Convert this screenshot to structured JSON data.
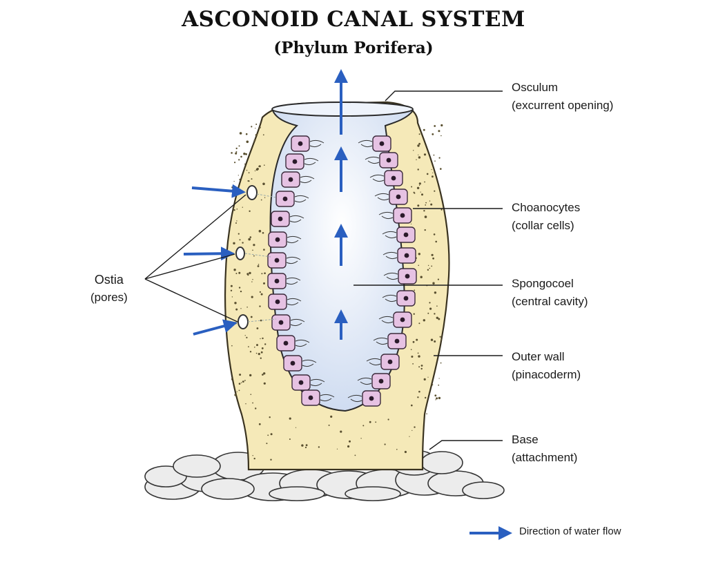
{
  "title": "ASCONOID CANAL SYSTEM",
  "subtitle": "(Phylum Porifera)",
  "labels": {
    "osculum": {
      "name": "Osculum",
      "desc": "(excurrent opening)"
    },
    "choanocytes": {
      "name": "Choanocytes",
      "desc": "(collar cells)"
    },
    "spongocoel": {
      "name": "Spongocoel",
      "desc": "(central cavity)"
    },
    "outer_wall": {
      "name": "Outer wall",
      "desc": "(pinacoderm)"
    },
    "base": {
      "name": "Base",
      "desc": "(attachment)"
    },
    "ostia": {
      "name": "Ostia",
      "desc": "(pores)"
    }
  },
  "legend": {
    "flow": "Direction of water flow"
  },
  "colors": {
    "wall": "#f5e9b8",
    "cavity": "#dfe9f7",
    "choanocyte": "#e6c2e3",
    "arrow": "#2a5fc0",
    "rock": "#e9e9e9"
  }
}
